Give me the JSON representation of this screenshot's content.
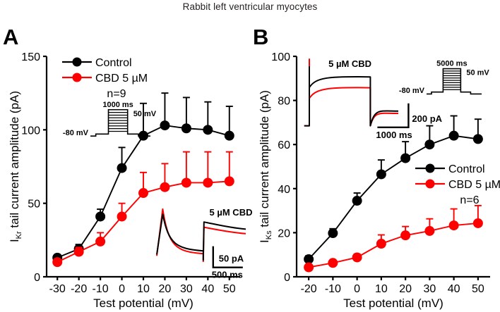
{
  "figure": {
    "title": "Rabbit left ventricular myocytes",
    "colors": {
      "control": "#000000",
      "cbd": "#ff0000",
      "axis": "#000000",
      "background": "#ffffff"
    }
  },
  "panelA": {
    "letter": "A",
    "legend": {
      "control_label": "Control",
      "cbd_label": "CBD 5 µM",
      "n_label": "n=9"
    },
    "protocol_inset": {
      "duration_label": "1000 ms",
      "top_voltage_label": "50 mV",
      "holding_label": "-80 mV"
    },
    "trace_inset": {
      "condition_label": "5 µM CBD",
      "current_scale_label": "50 pA",
      "time_scale_label": "500 ms"
    },
    "chart_data": {
      "type": "line",
      "title": "",
      "xlabel": "Test potential (mV)",
      "ylabel": "I_Kr tail current amplitude (pA)",
      "ylabel_main": " tail current amplitude (pA)",
      "ylabel_sub": "Kr",
      "ylabel_lead": "I",
      "xlim": [
        -35,
        55
      ],
      "ylim": [
        0,
        150
      ],
      "xticks": [
        -30,
        -20,
        -10,
        0,
        10,
        20,
        30,
        40,
        50
      ],
      "xticklabels": [
        "-30",
        "-20",
        "-10",
        "0",
        "10",
        "20",
        "30",
        "40",
        "50"
      ],
      "yticks": [
        0,
        50,
        100,
        150
      ],
      "yticklabels": [
        "0",
        "50",
        "100",
        "150"
      ],
      "grid": false,
      "legend_position": "top-left",
      "x": [
        -30,
        -20,
        -10,
        0,
        10,
        20,
        30,
        40,
        50
      ],
      "series": [
        {
          "name": "Control",
          "color": "#000000",
          "values": [
            13,
            19,
            41,
            74,
            96,
            103,
            101,
            100,
            96
          ],
          "errors": [
            2,
            3,
            5,
            14,
            22,
            22,
            21,
            19,
            20
          ]
        },
        {
          "name": "CBD 5 µM",
          "color": "#ff0000",
          "values": [
            10,
            17,
            24,
            41,
            57,
            61,
            64,
            64,
            65
          ],
          "errors": [
            2,
            3,
            6,
            9,
            14,
            16,
            21,
            21,
            20
          ]
        }
      ]
    }
  },
  "panelB": {
    "letter": "B",
    "legend": {
      "control_label": "Control",
      "cbd_label": "CBD 5 µM",
      "n_label": "n=6"
    },
    "protocol_inset": {
      "duration_label": "5000 ms",
      "top_voltage_label": "50 mV",
      "holding_label": "-80 mV"
    },
    "trace_inset": {
      "condition_label": "5 µM CBD",
      "current_scale_label": "200 pA",
      "time_scale_label": "1000 ms"
    },
    "chart_data": {
      "type": "line",
      "title": "",
      "xlabel": "Test potential (mV)",
      "ylabel": "I_Ks tail current amplitude (pA)",
      "ylabel_main": " tail current amplitude (pA)",
      "ylabel_sub": "Ks",
      "ylabel_lead": "I",
      "xlim": [
        -25,
        55
      ],
      "ylim": [
        0,
        100
      ],
      "xticks": [
        -20,
        -10,
        0,
        10,
        20,
        30,
        40,
        50
      ],
      "xticklabels": [
        "-20",
        "-10",
        "0",
        "10",
        "20",
        "30",
        "40",
        "50"
      ],
      "yticks": [
        0,
        20,
        40,
        60,
        80,
        100
      ],
      "yticklabels": [
        "0",
        "20",
        "40",
        "60",
        "80",
        "100"
      ],
      "grid": false,
      "legend_position": "right-middle",
      "x": [
        -20,
        -10,
        0,
        10,
        20,
        30,
        40,
        50
      ],
      "series": [
        {
          "name": "Control",
          "color": "#000000",
          "values": [
            8,
            19.8,
            34.5,
            46.5,
            53.8,
            60,
            64,
            62.5
          ],
          "errors": [
            1.5,
            2,
            3.5,
            6.5,
            7.5,
            8.5,
            9,
            9
          ]
        },
        {
          "name": "CBD 5 µM",
          "color": "#ff0000",
          "values": [
            4.3,
            6.3,
            8.8,
            15,
            18.8,
            20.8,
            23.3,
            24.3
          ],
          "errors": [
            0.8,
            1,
            1.5,
            4,
            4,
            5.5,
            7.5,
            8
          ]
        }
      ]
    }
  }
}
